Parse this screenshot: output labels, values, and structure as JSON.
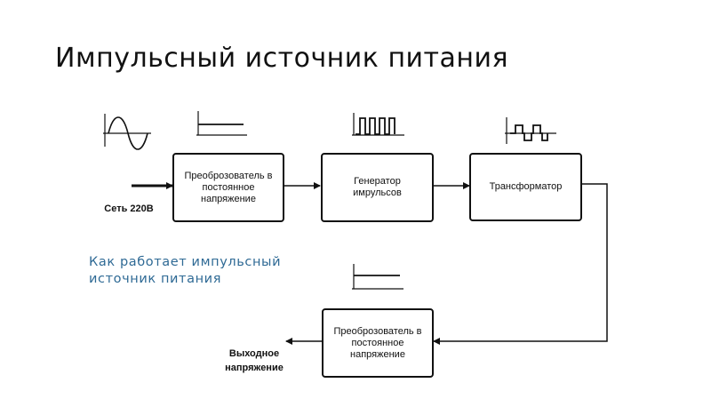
{
  "slide": {
    "title": "Импульсный источник питания",
    "subtitle": "Как работает импульсный источник питания"
  },
  "diagram": {
    "input_label": "Сеть 220В",
    "output_label": "Выходное напряжение",
    "blocks": [
      {
        "label": "Преоброзователь в постоянное напряжение"
      },
      {
        "label": "Генератор имрульсов"
      },
      {
        "label": "Трансформатор"
      },
      {
        "label": "Преоброзователь в постоянное напряжение"
      }
    ],
    "waveforms": [
      "sine-wave-icon",
      "dc-step-icon",
      "pulse-train-icon",
      "bipolar-pulse-icon",
      "dc-step-icon"
    ]
  }
}
